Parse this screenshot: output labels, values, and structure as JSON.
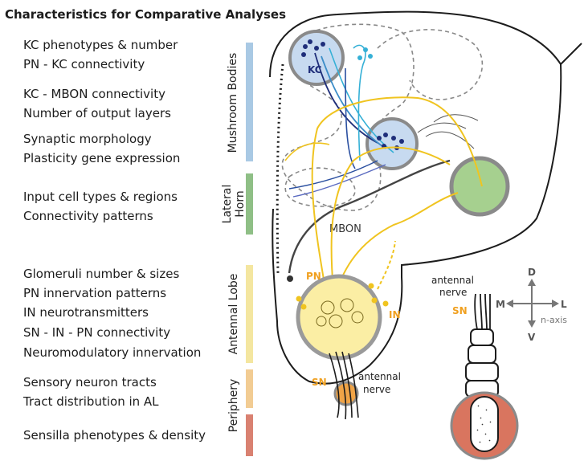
{
  "title": "Characteristics for Comparative Analyses",
  "groups": [
    {
      "label": "Mushroom Bodies",
      "color": "#a9c9e4",
      "features": [
        "KC phenotypes & number",
        "PN - KC connectivity",
        "KC - MBON connectivity",
        "Number of output layers",
        "Synaptic morphology",
        "Plasticity gene expression"
      ]
    },
    {
      "label": "Lateral Horn",
      "line1": "Lateral",
      "line2": "Horn",
      "color": "#8fbf86",
      "features": [
        "Input cell types & regions",
        "Connectivity patterns"
      ]
    },
    {
      "label": "Antennal Lobe",
      "color": "#f4e6a0",
      "features": [
        "Glomeruli number & sizes",
        "PN innervation patterns",
        "IN neurotransmitters",
        "SN - IN - PN connectivity",
        "Neuromodulatory innervation"
      ]
    },
    {
      "label": "Periphery",
      "color": "#f2cc93",
      "features": [
        "Sensory neuron tracts",
        "Tract distribution in AL"
      ]
    },
    {
      "label": "",
      "color": "#d98171",
      "features": [
        "Sensilla phenotypes & density"
      ]
    }
  ],
  "diagram": {
    "kc": "KC",
    "mbon": "MBON",
    "pn": "PN",
    "in": "IN",
    "sn": "SN",
    "antennal_nerve": "antennal nerve",
    "antennal_nerve_line1": "antennal",
    "antennal_nerve_line2": "nerve"
  },
  "axes": {
    "d": "D",
    "v": "V",
    "m": "M",
    "l": "L",
    "axis": "n-axis"
  },
  "colors": {
    "yellow_neuron": "#f0c420",
    "blue_dark": "#1f2e7a",
    "blue_mid": "#3c8dc8",
    "cyan": "#35b0d6",
    "al_fill": "#fbeea4",
    "lh_fill": "#a6d08f",
    "mb_fill": "#c7daf0",
    "sn_orange": "#f0a447",
    "sensilla": "#d9755f"
  }
}
